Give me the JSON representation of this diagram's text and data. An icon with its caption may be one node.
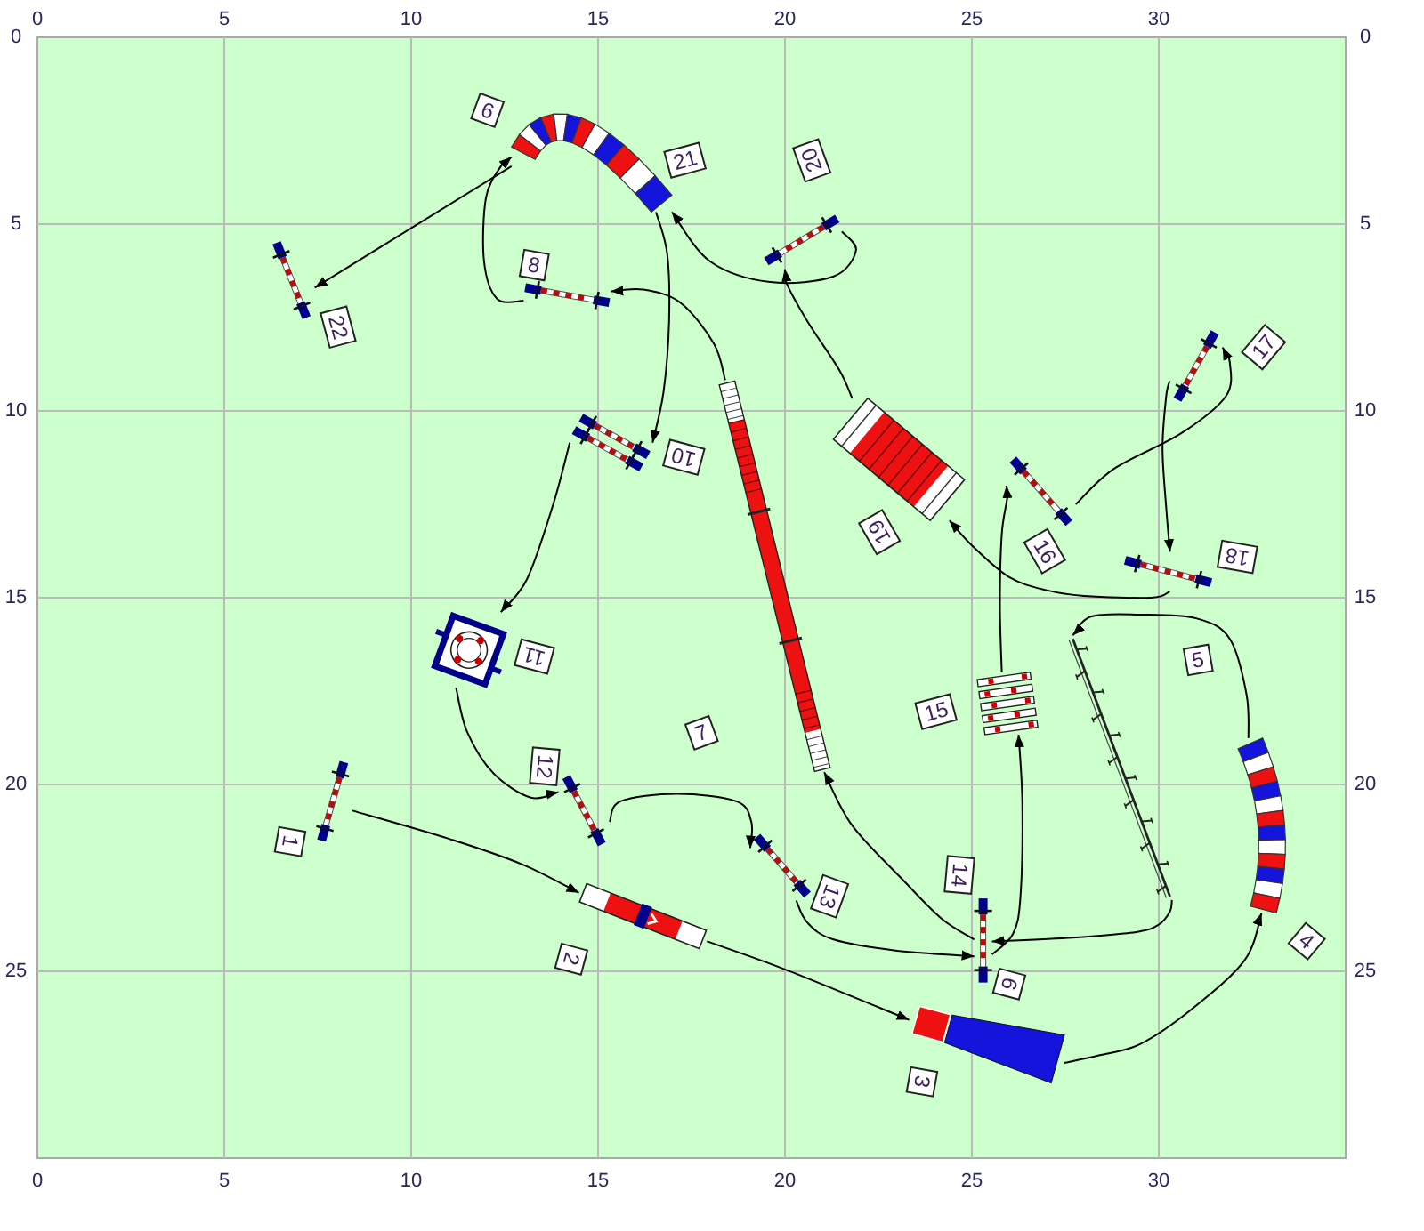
{
  "diagram": {
    "nodes": [
      {
        "text": [],
        "shape": "bar",
        "beside": [
          "1"
        ]
      },
      {
        "text": [],
        "shape": "bar",
        "beside": [
          "2"
        ]
      },
      {
        "text": [],
        "shape": "cone",
        "beside": [
          "3"
        ]
      },
      {
        "text": [],
        "shape": "arc",
        "beside": [
          "4"
        ]
      },
      {
        "text": [],
        "shape": "line",
        "beside": [
          "5"
        ]
      },
      {
        "text": [],
        "shape": "bar",
        "beside": [
          "6",
          "14"
        ]
      },
      {
        "text": [],
        "shape": "bar",
        "beside": [
          "7"
        ]
      },
      {
        "text": [],
        "shape": "bar",
        "beside": [
          "8"
        ]
      },
      {
        "text": [],
        "shape": "arc",
        "beside": [
          "9",
          "21"
        ]
      },
      {
        "text": [],
        "shape": "bar",
        "beside": [
          "10"
        ]
      },
      {
        "text": [],
        "shape": "box",
        "beside": [
          "11"
        ]
      },
      {
        "text": [],
        "shape": "bar",
        "beside": [
          "12"
        ]
      },
      {
        "text": [],
        "shape": "bar",
        "beside": [
          "13"
        ]
      },
      {
        "text": [],
        "shape": "ladder",
        "beside": [
          "15"
        ]
      },
      {
        "text": [],
        "shape": "bar",
        "beside": [
          "16"
        ]
      },
      {
        "text": [],
        "shape": "bar",
        "beside": [
          "17"
        ]
      },
      {
        "text": [],
        "shape": "bar",
        "beside": [
          "18"
        ]
      },
      {
        "text": [],
        "shape": "box",
        "beside": [
          "19"
        ]
      },
      {
        "text": [],
        "shape": "bar",
        "beside": [
          "20"
        ]
      },
      {
        "text": [],
        "shape": "bar",
        "beside": [
          "22"
        ]
      }
    ],
    "edges": [
      {
        "from": 0,
        "to": 1,
        "arrow": "to"
      },
      {
        "from": 1,
        "to": 2,
        "arrow": "to"
      },
      {
        "from": 2,
        "to": 3,
        "arrow": "to"
      },
      {
        "from": 3,
        "to": 4,
        "arrow": "to"
      },
      {
        "from": 4,
        "to": 5,
        "arrow": "to"
      },
      {
        "from": 5,
        "to": 6,
        "arrow": "to"
      },
      {
        "from": 6,
        "to": 7,
        "arrow": "to"
      },
      {
        "from": 7,
        "to": 8,
        "arrow": "to"
      },
      {
        "from": 8,
        "to": 9,
        "arrow": "to"
      },
      {
        "from": 9,
        "to": 10,
        "arrow": "to"
      },
      {
        "from": 10,
        "to": 11,
        "arrow": "to"
      },
      {
        "from": 11,
        "to": 12,
        "arrow": "to"
      },
      {
        "from": 12,
        "to": 5,
        "arrow": "to"
      },
      {
        "from": 5,
        "to": 13,
        "arrow": "to"
      },
      {
        "from": 13,
        "to": 14,
        "arrow": "to"
      },
      {
        "from": 14,
        "to": 15,
        "arrow": "to"
      },
      {
        "from": 15,
        "to": 16,
        "arrow": "to"
      },
      {
        "from": 16,
        "to": 17,
        "arrow": "to"
      },
      {
        "from": 17,
        "to": 18,
        "arrow": "to"
      },
      {
        "from": 18,
        "to": 8,
        "arrow": "to"
      },
      {
        "from": 8,
        "to": 19,
        "arrow": "to"
      }
    ],
    "labels": [
      "0",
      "5",
      "10",
      "15",
      "20",
      "25",
      "30",
      "0",
      "5",
      "10",
      "15",
      "20",
      "25",
      "0",
      "5",
      "10",
      "15",
      "20",
      "25",
      "0",
      "5",
      "10",
      "15",
      "20",
      "25",
      "30"
    ]
  }
}
